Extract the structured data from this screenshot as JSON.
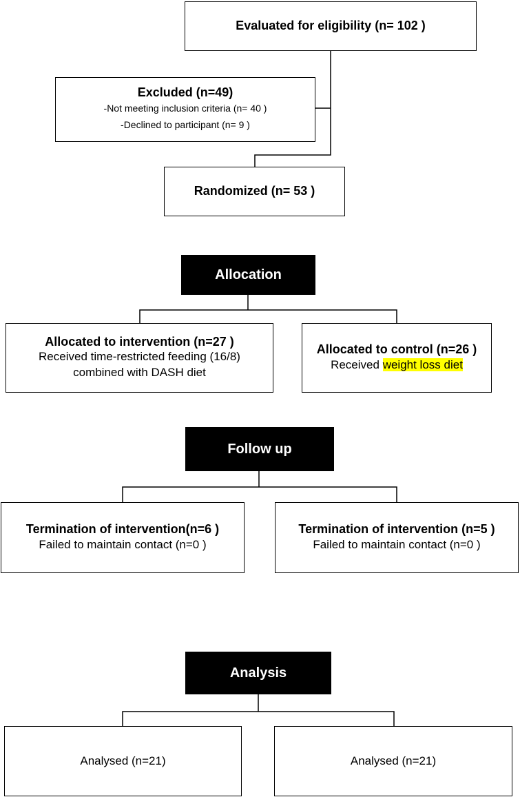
{
  "evaluated": {
    "title": "Evaluated for eligibility (n= 102 )"
  },
  "excluded": {
    "title": "Excluded (n=49)",
    "reason1": "-Not meeting inclusion criteria (n= 40 )",
    "reason2": "-Declined to participant (n= 9 )"
  },
  "randomized": {
    "title": "Randomized (n= 53 )"
  },
  "stages": {
    "allocation": "Allocation",
    "follow_up": "Follow up",
    "analysis": "Analysis"
  },
  "allocation": {
    "intervention": {
      "title": "Allocated to intervention (n=27  )",
      "line1": "Received time-restricted feeding (16/8)",
      "line2": "combined with DASH diet"
    },
    "control": {
      "title": "Allocated to control (n=26  )",
      "prefix": "Received ",
      "highlight": "weight loss diet",
      "highlight_color": "#ffff00"
    }
  },
  "follow_up": {
    "intervention": {
      "title": "Termination of intervention(n=6  )",
      "line1": "Failed to maintain contact (n=0  )"
    },
    "control": {
      "title": "Termination of intervention (n=5  )",
      "line1": "Failed to maintain contact (n=0  )"
    }
  },
  "analysis": {
    "intervention": {
      "label": "Analysed (n=21)"
    },
    "control": {
      "label": "Analysed (n=21)"
    }
  }
}
